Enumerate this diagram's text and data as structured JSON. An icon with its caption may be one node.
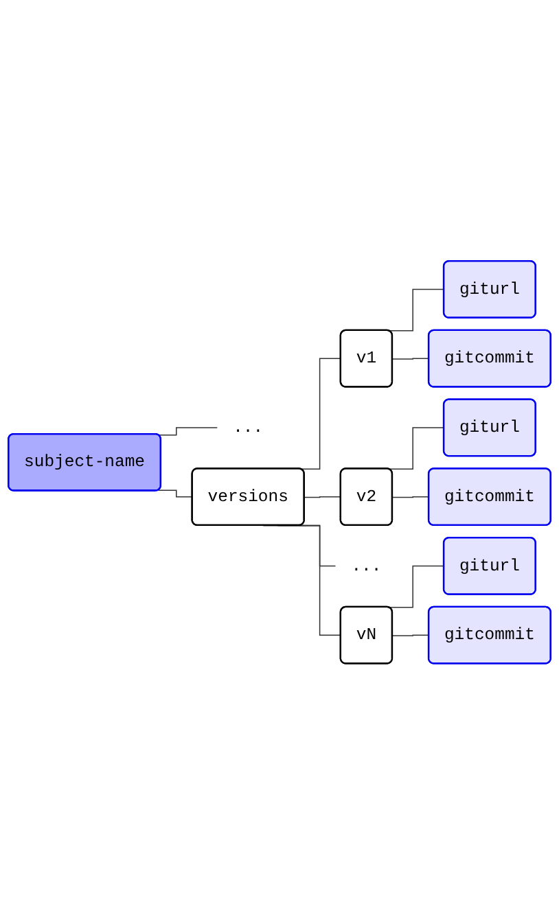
{
  "diagram": {
    "nodes": [
      {
        "text": [
          "subject-name"
        ]
      },
      {
        "text": [
          "..."
        ]
      },
      {
        "text": [
          "versions"
        ]
      },
      {
        "text": [
          "v1"
        ]
      },
      {
        "text": [
          "giturl"
        ]
      },
      {
        "text": [
          "gitcommit"
        ]
      },
      {
        "text": [
          "v2"
        ]
      },
      {
        "text": [
          "giturl"
        ]
      },
      {
        "text": [
          "gitcommit"
        ]
      },
      {
        "text": [
          "..."
        ]
      },
      {
        "text": [
          "vN"
        ]
      },
      {
        "text": [
          "giturl"
        ]
      },
      {
        "text": [
          "gitcommit"
        ]
      }
    ],
    "edges": [
      {
        "from": 0,
        "to": 1,
        "arrow": "none"
      },
      {
        "from": 0,
        "to": 2,
        "arrow": "none"
      },
      {
        "from": 2,
        "to": 3,
        "arrow": "none"
      },
      {
        "from": 3,
        "to": 4,
        "arrow": "none"
      },
      {
        "from": 3,
        "to": 5,
        "arrow": "none"
      },
      {
        "from": 2,
        "to": 6,
        "arrow": "none"
      },
      {
        "from": 6,
        "to": 7,
        "arrow": "none"
      },
      {
        "from": 6,
        "to": 8,
        "arrow": "none"
      },
      {
        "from": 2,
        "to": 9,
        "arrow": "none"
      },
      {
        "from": 2,
        "to": 10,
        "arrow": "none"
      },
      {
        "from": 10,
        "to": 11,
        "arrow": "none"
      },
      {
        "from": 10,
        "to": 12,
        "arrow": "none"
      }
    ]
  }
}
